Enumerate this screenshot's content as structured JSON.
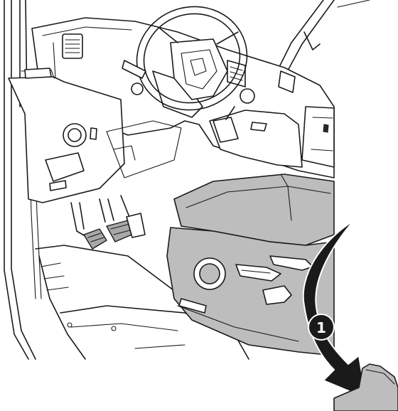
{
  "callout": {
    "number": "1"
  },
  "colors": {
    "line": "#1a1a1a",
    "seat_fill": "#bdbdbd",
    "pedal_fill": "#a8a8a8",
    "arrow": "#1a1a1a",
    "background": "#ffffff"
  },
  "icons": [
    "steering-wheel",
    "driver-seat",
    "pedals",
    "rotation-arrow",
    "callout-badge"
  ]
}
